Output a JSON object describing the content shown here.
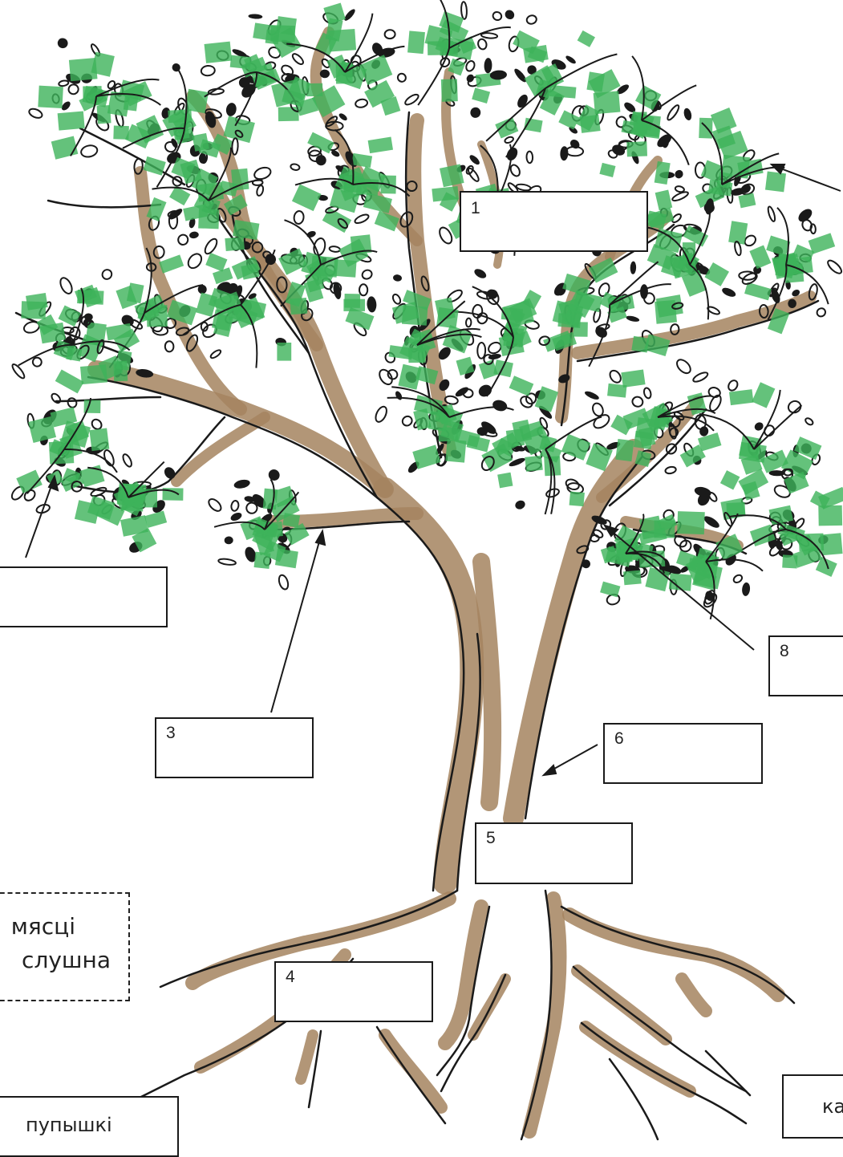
{
  "labels": [
    {
      "id": "1",
      "number": "1"
    },
    {
      "id": "3",
      "number": "3"
    },
    {
      "id": "4",
      "number": "4"
    },
    {
      "id": "5",
      "number": "5"
    },
    {
      "id": "6",
      "number": "6"
    },
    {
      "id": "8",
      "number": "8"
    },
    {
      "id": "2",
      "number": ""
    }
  ],
  "instruction": {
    "line1": "мясці",
    "line2": "слушна"
  },
  "word_cards": {
    "left": "пупышкі",
    "right": "ка"
  },
  "colors": {
    "trunk": "#a5845f",
    "leaf": "#3db35a",
    "ink": "#1a1a1a"
  }
}
